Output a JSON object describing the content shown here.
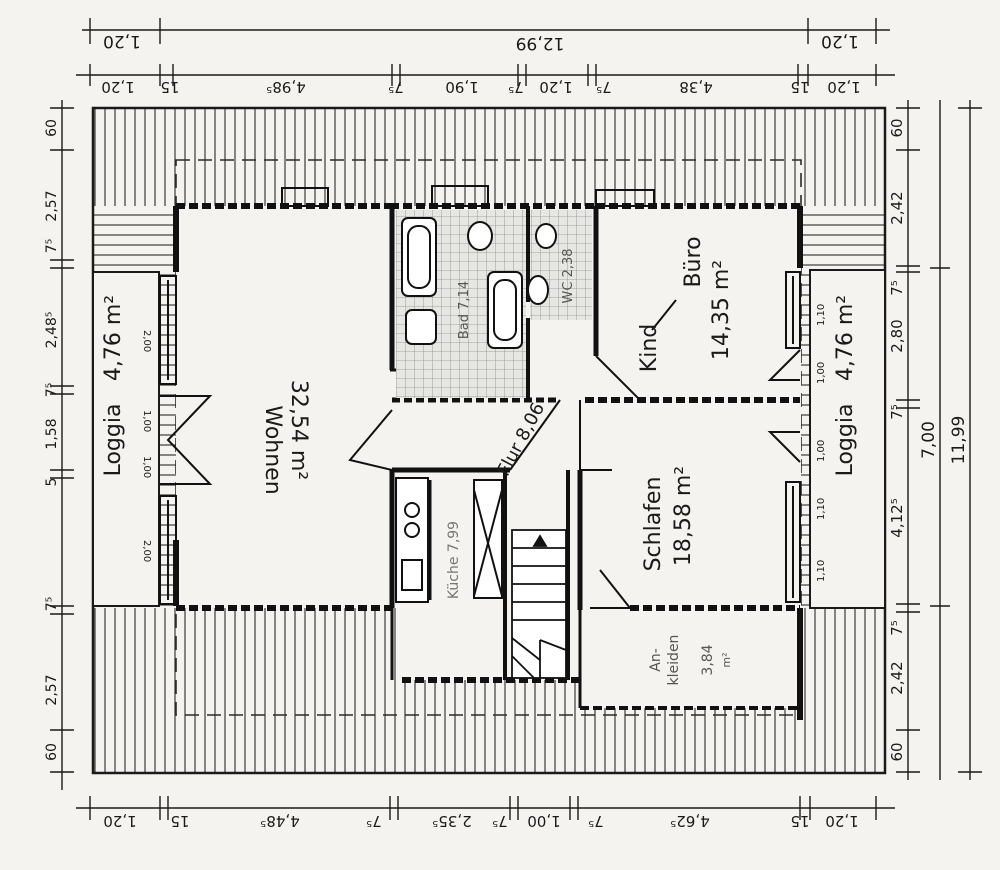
{
  "plan": {
    "title": "",
    "rooms": {
      "wohnen": {
        "name": "Wohnen",
        "area": "32,54 m²"
      },
      "loggia_left": {
        "name": "Loggia",
        "area": "4,76 m²"
      },
      "loggia_right": {
        "name": "Loggia",
        "area": "4,76 m²"
      },
      "kind": {
        "name": "Kind",
        "slash": "/",
        "name2": "Büro"
      },
      "kind_area": "14,35 m²",
      "schlafen": {
        "name": "Schlafen",
        "area": "18,58 m²"
      },
      "flur": "Flur 8,06",
      "kueche": "Küche 7,99",
      "bad": "Bad 7,14",
      "wc": "WC 2,38",
      "ankleiden": {
        "line1": "An-",
        "line2": "kleiden",
        "area1": "3,84",
        "area2": "m²"
      }
    },
    "dims_top_outer": {
      "left": "1,20",
      "middle": "12,99",
      "right": "1,20"
    },
    "dims_top_inner": [
      "1,20",
      "15",
      "4,98⁵",
      "7⁵",
      "1,90",
      "7⁵",
      "1,20",
      "7⁵",
      "4,38",
      "15",
      "1,20"
    ],
    "dims_bottom": [
      "1,20",
      "15",
      "4,48⁵",
      "7⁵",
      "2,35⁵",
      "7⁵",
      "1,00",
      "7⁵",
      "4,62⁵",
      "15",
      "1,20"
    ],
    "dims_left": [
      "60",
      "2,57",
      "7⁵",
      "2,48⁵",
      "7⁵",
      "1,58",
      "5",
      "7⁵",
      "2,57",
      "60"
    ],
    "dims_right": [
      "60",
      "2,42",
      "7⁵",
      "2,80",
      "7⁵",
      "4,12⁵",
      "7⁵",
      "2,42",
      "60"
    ],
    "dims_right_outer": [
      "7,00",
      "11,99"
    ],
    "openings_left": [
      "2,00",
      "1,00",
      "1,00",
      "2,00"
    ],
    "openings_right": [
      "1,10",
      "1,00",
      "1,00",
      "1,10",
      "1,10"
    ]
  }
}
